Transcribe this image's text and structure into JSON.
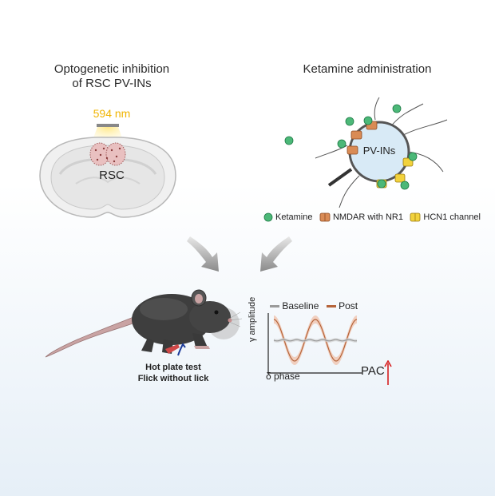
{
  "left_panel": {
    "title_line1": "Optogenetic inhibition",
    "title_line2": "of RSC PV-INs",
    "wavelength": "594 nm",
    "region_label": "RSC"
  },
  "right_panel": {
    "title": "Ketamine administration",
    "cell_label": "PV-INs",
    "legend": {
      "ketamine": "Ketamine",
      "nmdar": "NMDAR with NR1",
      "hcn1": "HCN1 channel"
    }
  },
  "behavior": {
    "line1": "Hot plate test",
    "line2": "Flick without lick"
  },
  "pac_plot": {
    "legend_baseline": "Baseline",
    "legend_post": "Post",
    "y_axis_label": "γ amplitude",
    "x_axis_label": "δ phase",
    "result_label": "PAC",
    "result_direction": "up",
    "colors": {
      "baseline": "#9a9a9a",
      "post": "#b5643a",
      "light": "#f2c200",
      "arrow": "#d62020"
    }
  }
}
